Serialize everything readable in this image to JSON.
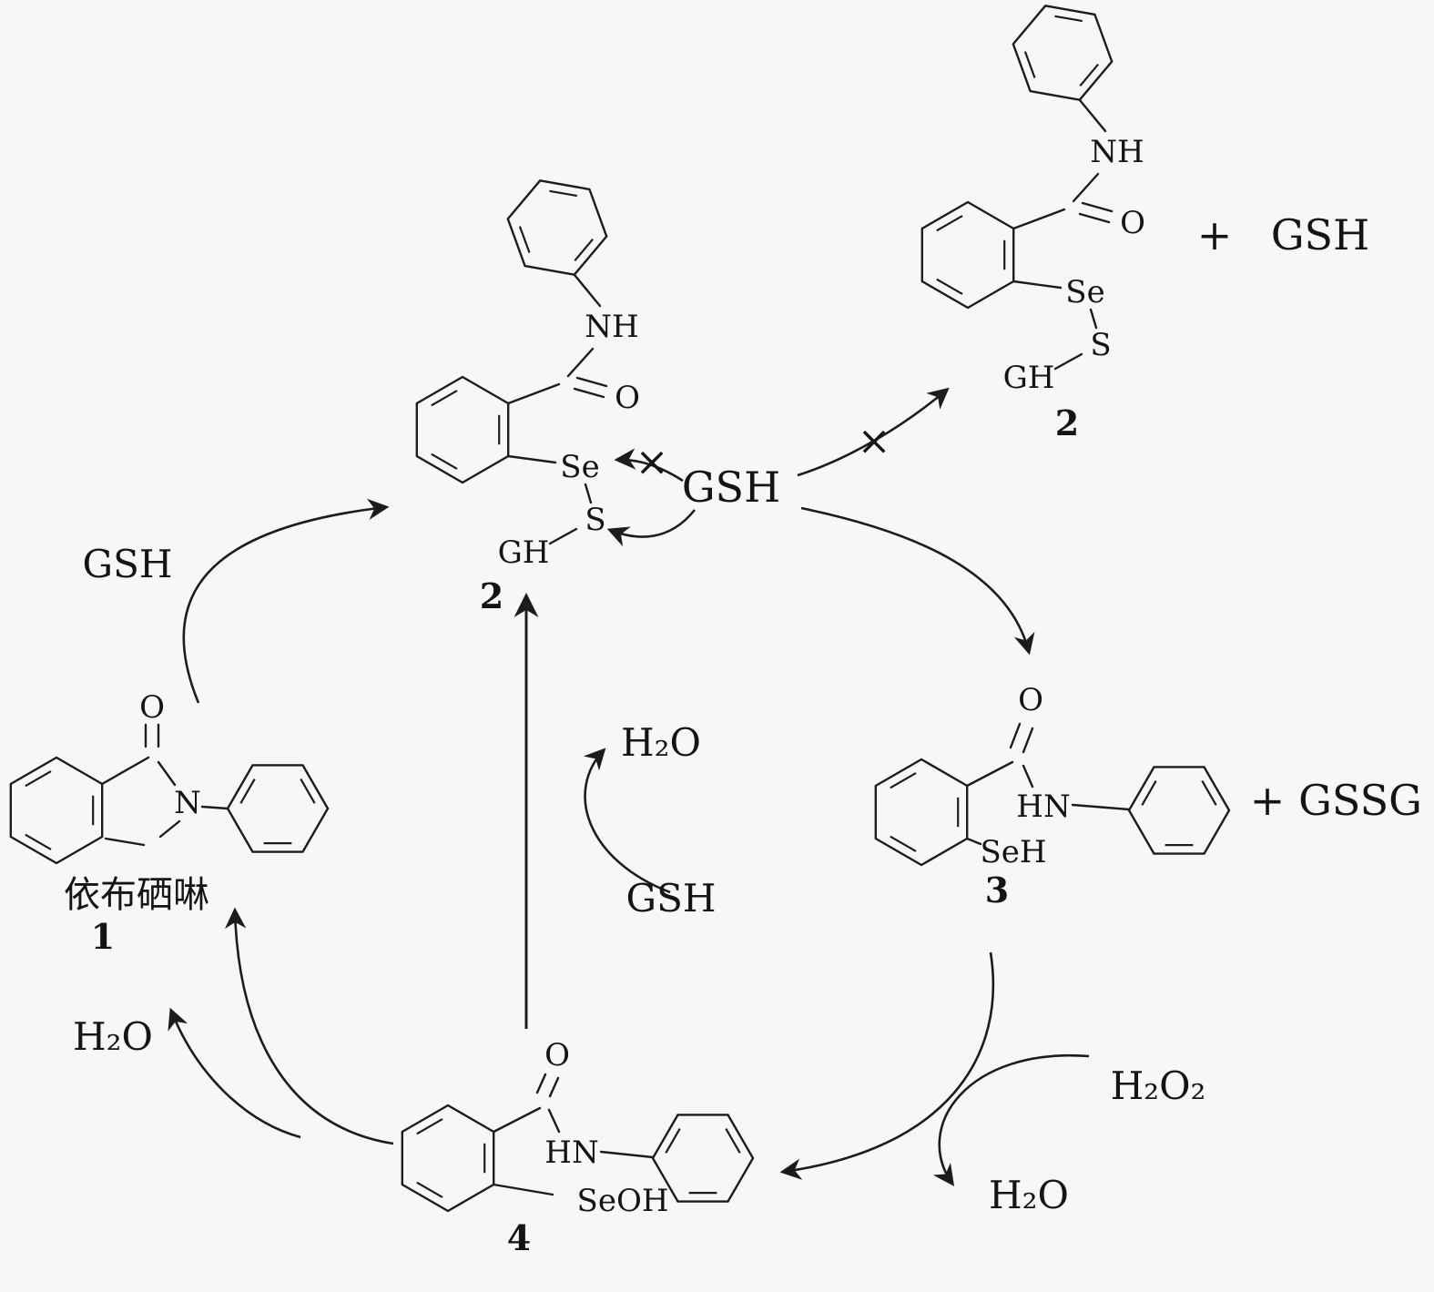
{
  "molecules": {
    "m2_center": {
      "nh": "NH",
      "o": "O",
      "se": "Se",
      "s": "S",
      "gh": "GH",
      "num": "2"
    },
    "m2_right": {
      "nh": "NH",
      "o": "O",
      "se": "Se",
      "s": "S",
      "gh": "GH",
      "num": "2",
      "plus": "+",
      "gsh": "GSH"
    },
    "m1_ebselen": {
      "o": "O",
      "n": "N",
      "caption": "依布硒啉",
      "num": "1"
    },
    "m3_selenol": {
      "o": "O",
      "hn": "HN",
      "seh": "SeH",
      "num": "3",
      "plus": "+",
      "gssg": "GSSG"
    },
    "m4_selenenic_acid": {
      "o": "O",
      "hn": "HN",
      "seoh": "SeOH",
      "num": "4"
    }
  },
  "annotations": {
    "gsh_upper_left": "GSH",
    "gsh_center": "GSH",
    "gsh_lower_center": "GSH",
    "h2o_center": "H₂O",
    "h2o_lower_left": "H₂O",
    "h2o_lower_right": "H₂O",
    "h2o2": "H₂O₂",
    "cross_se": "×",
    "cross_upper_right": "×"
  }
}
